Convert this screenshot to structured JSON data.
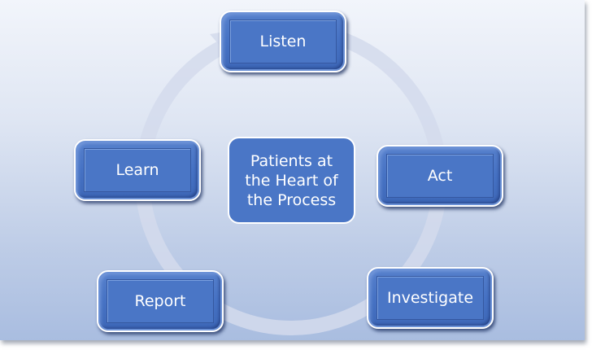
{
  "diagram": {
    "type": "cycle",
    "center_label": "Patients at\nthe Heart of\nthe Process",
    "steps": [
      {
        "label": "Listen"
      },
      {
        "label": "Act"
      },
      {
        "label": "Investigate"
      },
      {
        "label": "Report"
      },
      {
        "label": "Learn"
      }
    ],
    "colors": {
      "node_fill": "#4a76c6",
      "ring": "#d5dced",
      "background_top": "#f2f5fb",
      "background_bottom": "#a9bde0"
    }
  }
}
